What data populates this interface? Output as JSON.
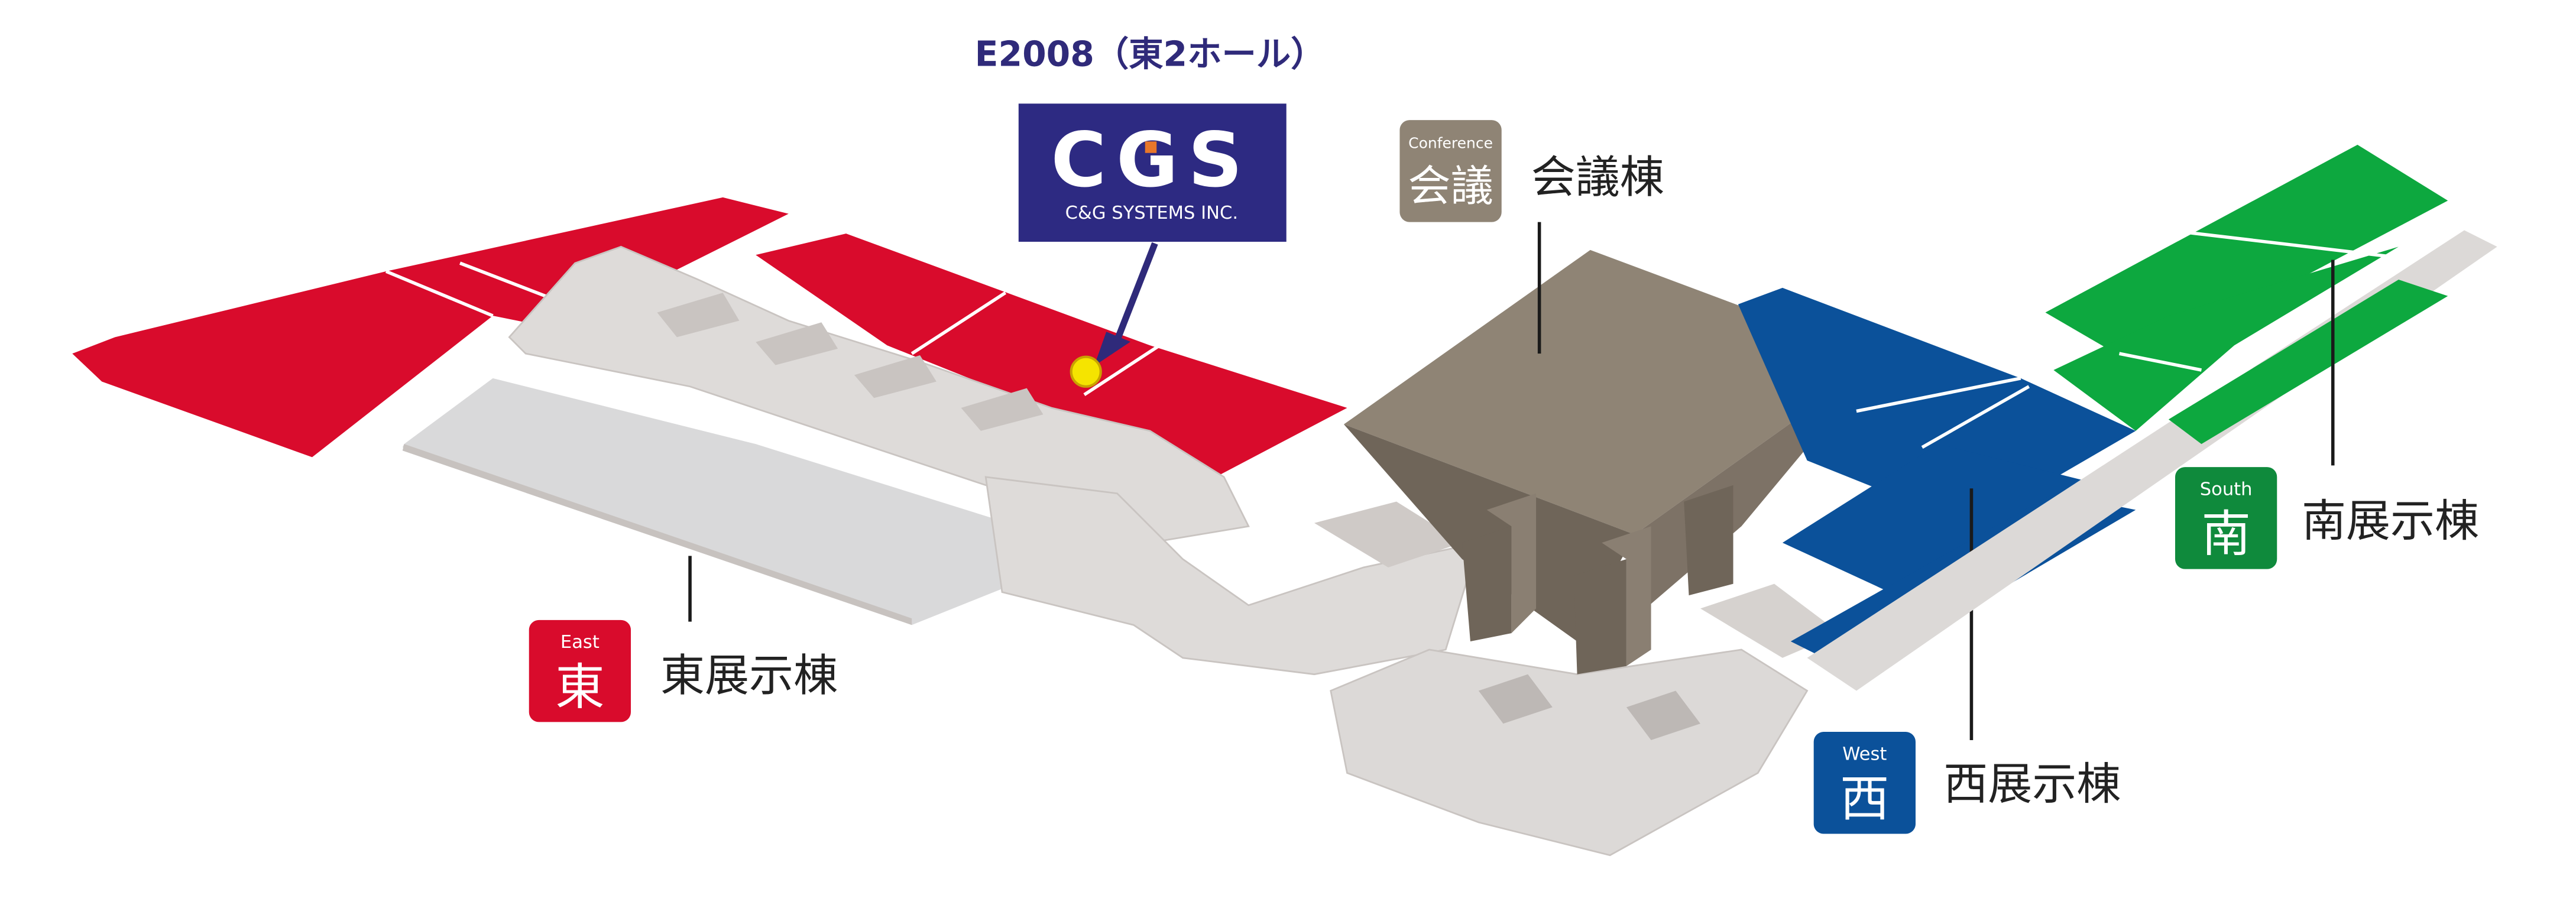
{
  "booth": {
    "label": "E2008（東2ホール）",
    "color": "#2f2a7a"
  },
  "exhibitor_logo": {
    "mark": "CGS",
    "name": "C&G SYSTEMS INC.",
    "bg_color": "#2d2a82",
    "accent_color": "#e8772a"
  },
  "halls": {
    "conference": {
      "badge_top": "Conference",
      "badge_main": "会議",
      "name": "会議棟",
      "color": "#8f8475"
    },
    "east": {
      "badge_top": "East",
      "badge_main": "東",
      "name": "東展示棟",
      "color": "#d90b2c"
    },
    "west": {
      "badge_top": "West",
      "badge_main": "西",
      "name": "西展示棟",
      "color": "#0b519a"
    },
    "south": {
      "badge_top": "South",
      "badge_main": "南",
      "name": "南展示棟",
      "color": "#0f8a3c"
    }
  },
  "icons": {
    "location_marker": "location-dot-icon",
    "pointer": "arrow-pointer-icon"
  },
  "colors": {
    "marker": "#f5e400",
    "walkway": "#dcd9d7",
    "walkway_shadow": "#bdb8b5"
  }
}
